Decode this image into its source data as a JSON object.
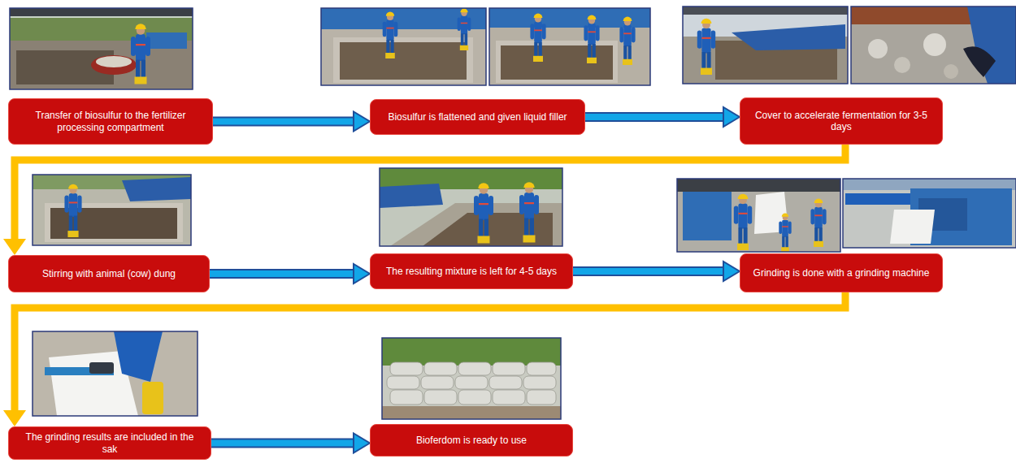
{
  "diagram": {
    "nodes": [
      {
        "text": [
          "Transfer of biosulfur to the fertilizer processing compartment"
        ]
      },
      {
        "text": [
          "Biosulfur is flattened and given liquid filler"
        ]
      },
      {
        "text": [
          "Cover to accelerate fermentation for 3-5 days"
        ]
      },
      {
        "text": [
          "Stirring with animal (cow) dung"
        ]
      },
      {
        "text": [
          "The resulting mixture is left for 4-5 days"
        ]
      },
      {
        "text": [
          "Grinding is done with a grinding machine"
        ]
      },
      {
        "text": [
          "The grinding results are included in the sak"
        ]
      },
      {
        "text": [
          "Bioferdom is ready to use"
        ]
      }
    ],
    "edges": [
      {
        "from": 0,
        "to": 1,
        "arrow": "to"
      },
      {
        "from": 1,
        "to": 2,
        "arrow": "to"
      },
      {
        "from": 2,
        "to": 3,
        "arrow": "to"
      },
      {
        "from": 3,
        "to": 4,
        "arrow": "to"
      },
      {
        "from": 4,
        "to": 5,
        "arrow": "to"
      },
      {
        "from": 5,
        "to": 6,
        "arrow": "to"
      },
      {
        "from": 6,
        "to": 7,
        "arrow": "to"
      }
    ]
  }
}
